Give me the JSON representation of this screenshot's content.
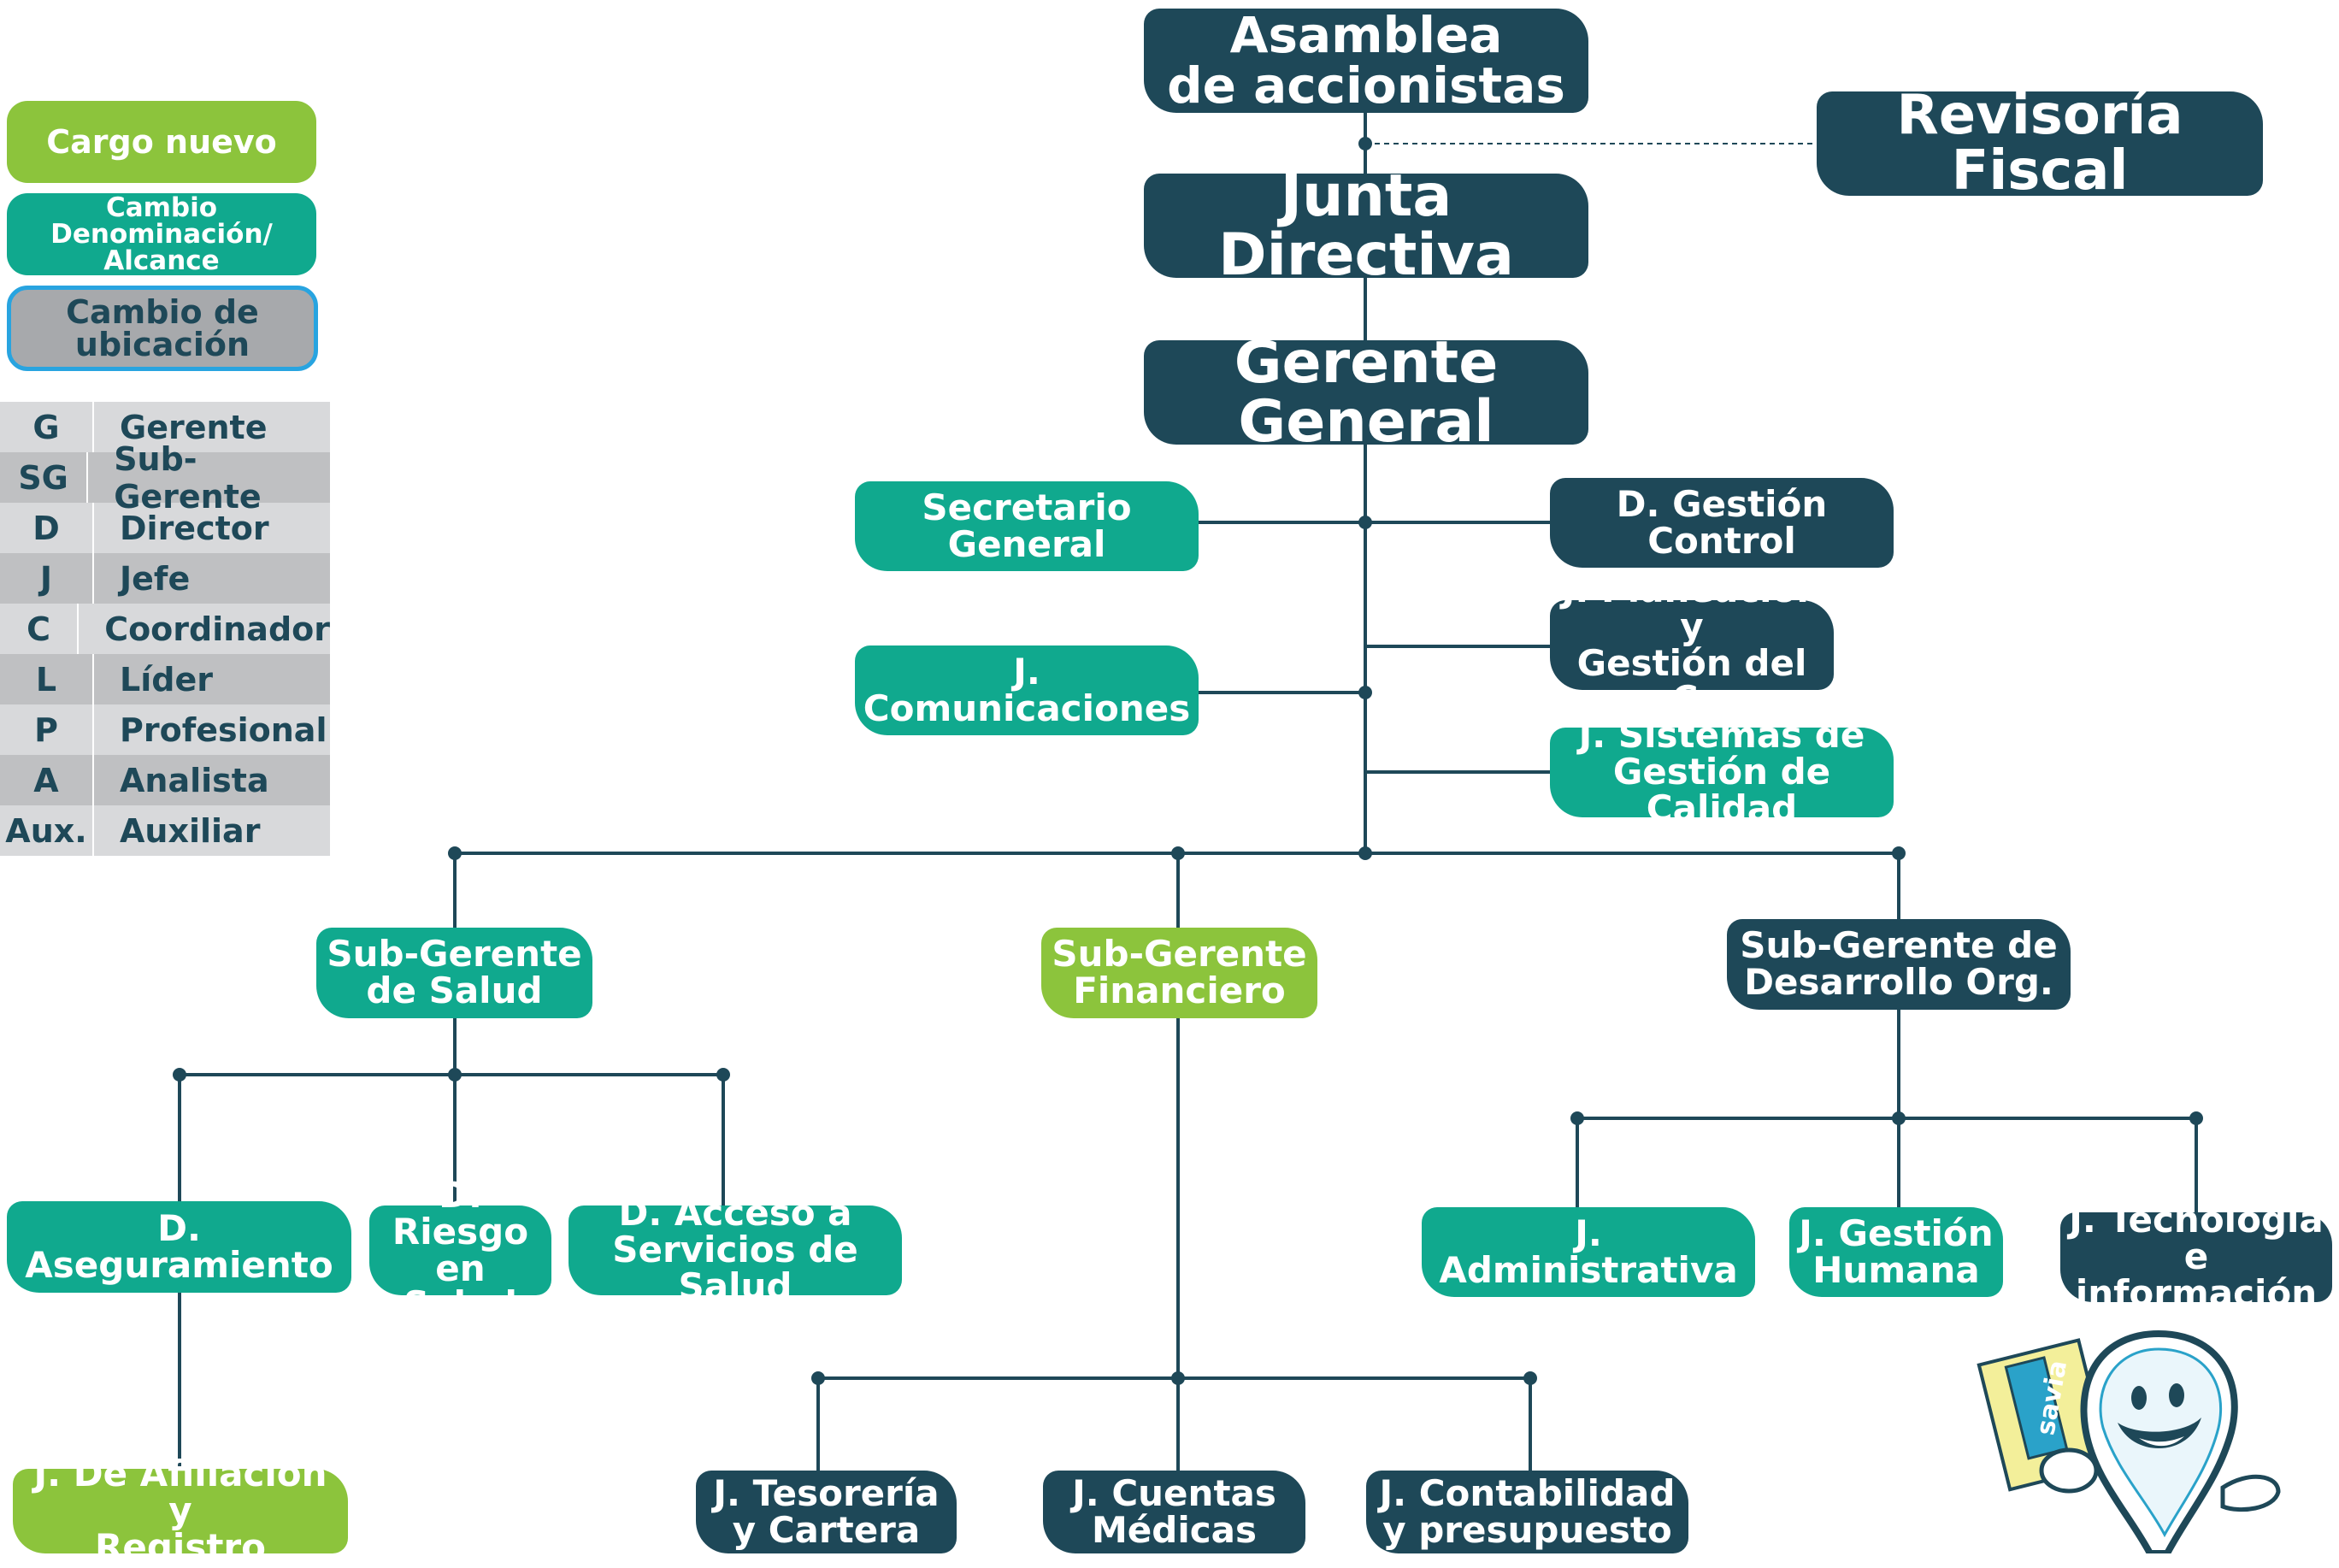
{
  "legend": {
    "cargo_nuevo": "Cargo nuevo",
    "cambio_denominacion": "Cambio Denominación/\nAlcance",
    "cambio_ubicacion": "Cambio de\nubicación"
  },
  "abbreviations": [
    {
      "code": "G",
      "name": "Gerente"
    },
    {
      "code": "SG",
      "name": "Sub-Gerente"
    },
    {
      "code": "D",
      "name": "Director"
    },
    {
      "code": "J",
      "name": "Jefe"
    },
    {
      "code": "C",
      "name": "Coordinador"
    },
    {
      "code": "L",
      "name": "Líder"
    },
    {
      "code": "P",
      "name": "Profesional"
    },
    {
      "code": "A",
      "name": "Analista"
    },
    {
      "code": "Aux.",
      "name": "Auxiliar"
    }
  ],
  "org": {
    "asamblea": "Asamblea\nde accionistas",
    "revisoria": "Revisoría Fiscal",
    "junta": "Junta Directiva",
    "gerente": "Gerente General",
    "secretario": "Secretario General",
    "comunicaciones": "J. Comunicaciones",
    "gestion_control": "D. Gestión Control",
    "planeacion": "J. Planeación y\nGestión del C.",
    "sistemas_calidad": "J. Sistemas de\nGestión de Calidad",
    "sg_salud": "Sub-Gerente\nde Salud",
    "sg_financiero": "Sub-Gerente\nFinanciero",
    "sg_desarrollo": "Sub-Gerente de\nDesarrollo Org.",
    "aseguramiento": "D.  Aseguramiento",
    "riesgo": "D. Riesgo\nen Salud",
    "acceso": "D. Acceso a\nServicios de Salud",
    "afiliacion": "J. De Afiliación y\nRegistro",
    "tesoreria": "J. Tesorería\ny Cartera",
    "cuentas": "J. Cuentas\nMédicas",
    "contabilidad": "J. Contabilidad\ny presupuesto",
    "administrativa": "J.  Administrativa",
    "gestion_humana": "J. Gestión\nHumana",
    "tecnologia": "J. Tecnología\ne información"
  },
  "mascot": {
    "logo_text": "savia"
  },
  "colors": {
    "dark": "#1e4858",
    "teal": "#10a98e",
    "lime": "#8cc43c",
    "grey": "#a7a9ac",
    "outline": "#28a4e0"
  }
}
